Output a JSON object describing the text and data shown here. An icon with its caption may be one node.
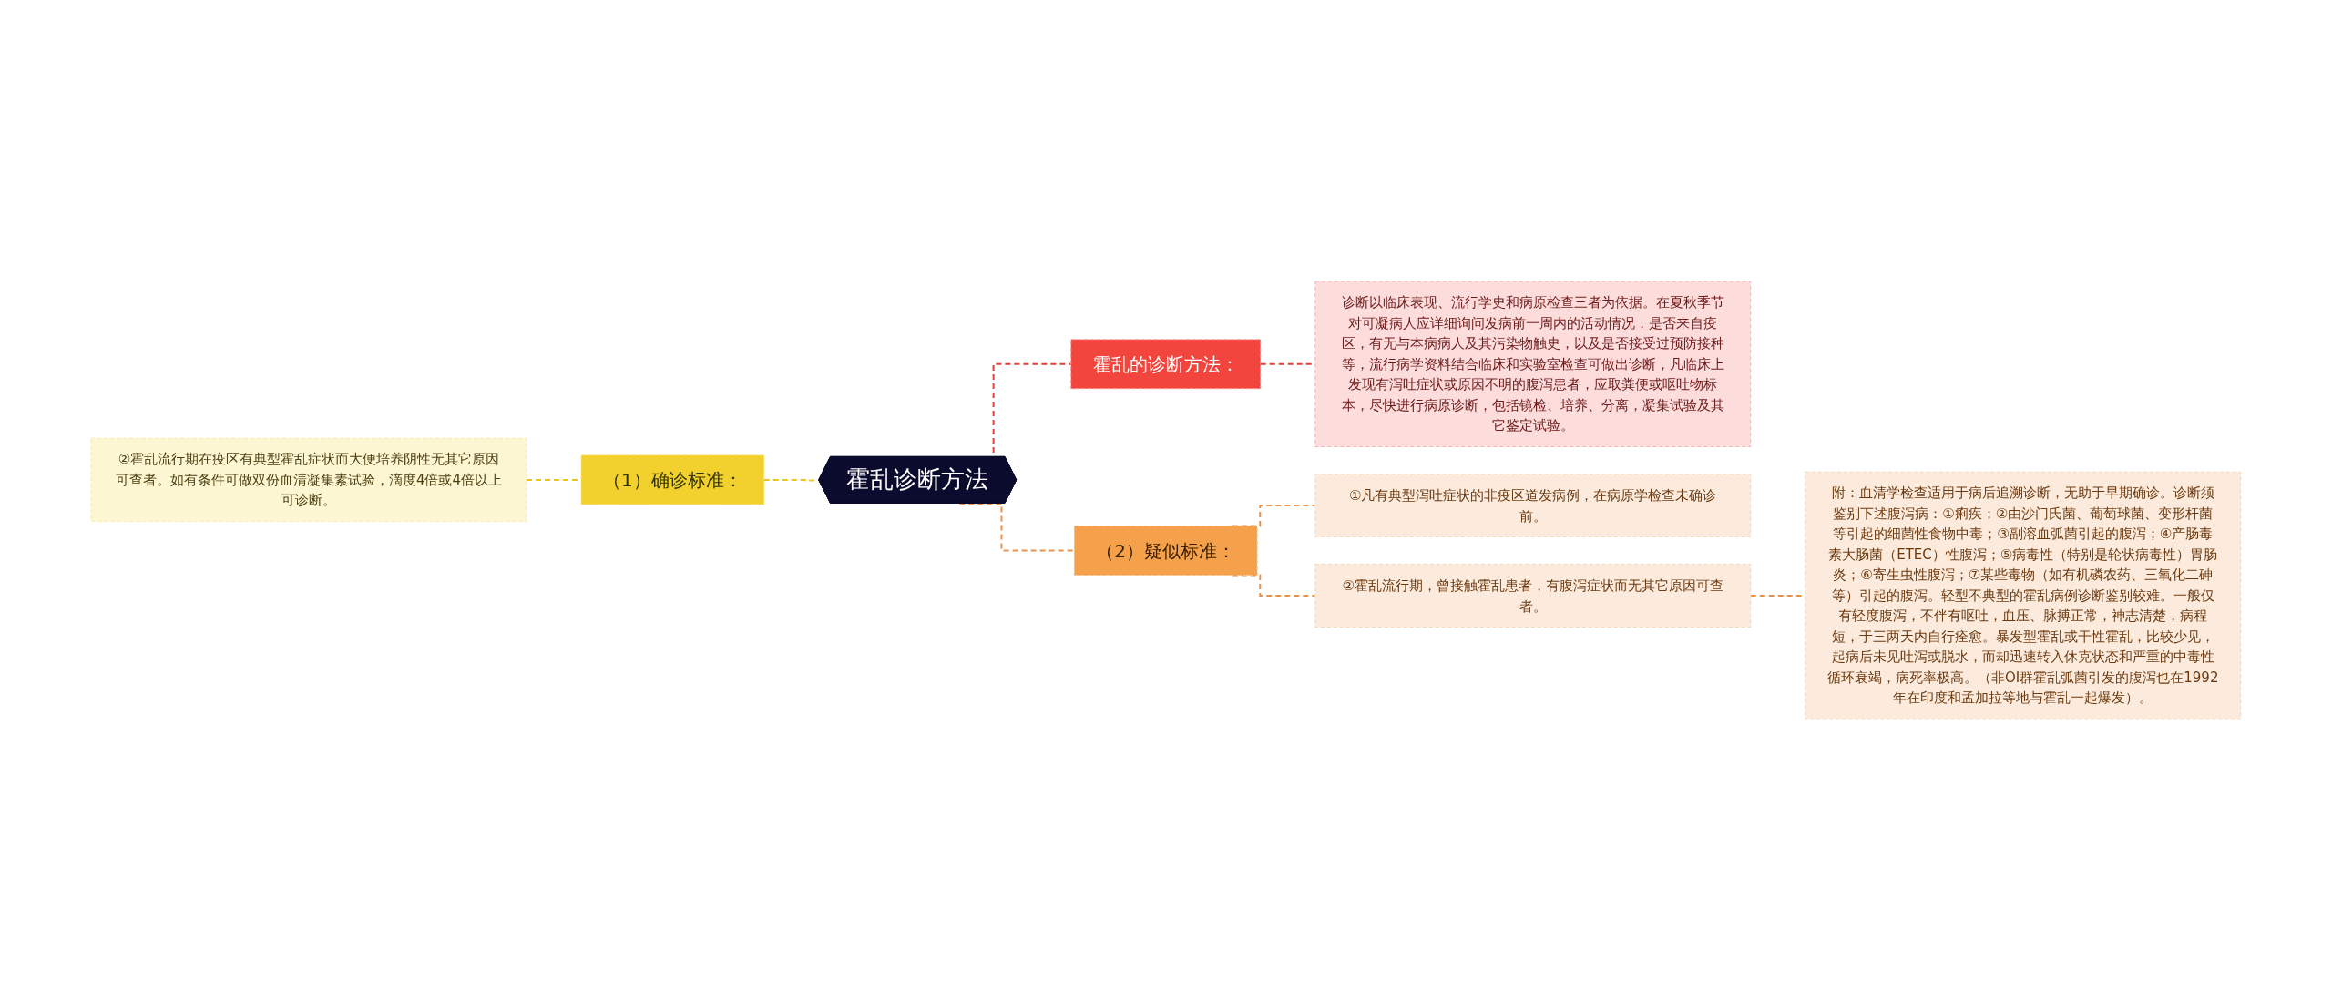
{
  "diagram": {
    "nodes": [
      {
        "text": [
          "霍乱诊断方法"
        ]
      },
      {
        "text": [
          "霍乱的诊断方法："
        ]
      },
      {
        "text": [
          "诊断以临床表现、流行学史和病原检查三者为依据。在夏秋季节对可凝病人应详细询问发病前一周内的活动情况，是否来自疫区，有无与本病病人及其污染物触史，以及是否接受过预防接种等，流行病学资料结合临床和实验室检查可做出诊断，凡临床上发现有泻吐症状或原因不明的腹泻患者，应取粪便或呕吐物标本，尽快进行病原诊断，包括镜检、培养、分离，凝集试验及其它鉴定试验。"
        ]
      },
      {
        "text": [
          "（1）确诊标准："
        ]
      },
      {
        "text": [
          "②霍乱流行期在疫区有典型霍乱症状而大便培养阴性无其它原因可查者。如有条件可做双份血清凝集素试验，滴度4倍或4倍以上可诊断。"
        ]
      },
      {
        "text": [
          "（2）疑似标准："
        ]
      },
      {
        "text": [
          "①凡有典型泻吐症状的非疫区道发病例，在病原学检查未确诊前。"
        ]
      },
      {
        "text": [
          "②霍乱流行期，曾接触霍乱患者，有腹泻症状而无其它原因可查者。"
        ]
      },
      {
        "text": [
          "附：血清学检查适用于病后追溯诊断，无助于早期确诊。诊断须鉴别下述腹泻病：①痢疾；②由沙门氏菌、葡萄球菌、变形杆菌等引起的细菌性食物中毒；③副溶血弧菌引起的腹泻；④产肠毒素大肠菌（ETEC）性腹泻；⑤病毒性（特别是轮状病毒性）胃肠炎；⑥寄生虫性腹泻；⑦某些毒物（如有机磷农药、三氧化二砷等）引起的腹泻。轻型不典型的霍乱病例诊断鉴别较难。一般仅有轻度腹泻，不伴有呕吐，血压、脉搏正常，神志清楚，病程短，于三两天内自行痊愈。暴发型霍乱或干性霍乱，比较少见，起病后未见吐泻或脱水，而却迅速转入休克状态和严重的中毒性循环衰竭，病死率极高。（非OI群霍乱弧菌引发的腹泻也在1992年在印度和孟加拉等地与霍乱一起爆发）。"
        ]
      }
    ],
    "edges": [
      {
        "from": 0,
        "to": 1,
        "arrow": "none",
        "style": "dashed",
        "color": "#e0403a"
      },
      {
        "from": 1,
        "to": 2,
        "arrow": "none",
        "style": "dashed",
        "color": "#e0403a"
      },
      {
        "from": 3,
        "to": 0,
        "arrow": "none",
        "style": "dashed",
        "color": "#e8c520"
      },
      {
        "from": 4,
        "to": 3,
        "arrow": "none",
        "style": "dashed",
        "color": "#e8c520"
      },
      {
        "from": 0,
        "to": 5,
        "arrow": "none",
        "style": "dashed"
      },
      {
        "from": 5,
        "to": 6,
        "arrow": "none",
        "style": "dashed"
      },
      {
        "from": 5,
        "to": 7,
        "arrow": "none",
        "style": "dashed"
      },
      {
        "from": 7,
        "to": 8,
        "arrow": "none",
        "style": "dashed"
      }
    ]
  }
}
